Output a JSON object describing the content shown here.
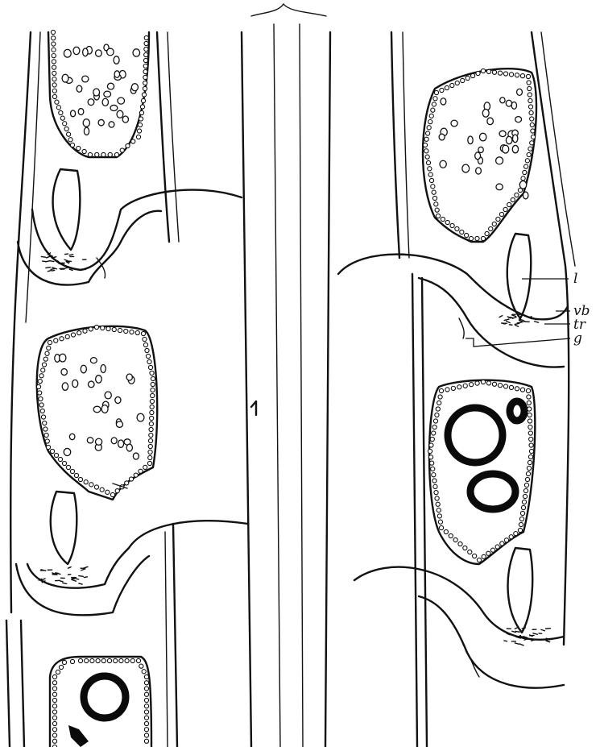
{
  "figure": {
    "labels": [
      {
        "id": "l",
        "text": "l"
      },
      {
        "id": "vb",
        "text": "vb"
      },
      {
        "id": "tr",
        "text": "tr"
      },
      {
        "id": "g",
        "text": "g"
      }
    ]
  }
}
